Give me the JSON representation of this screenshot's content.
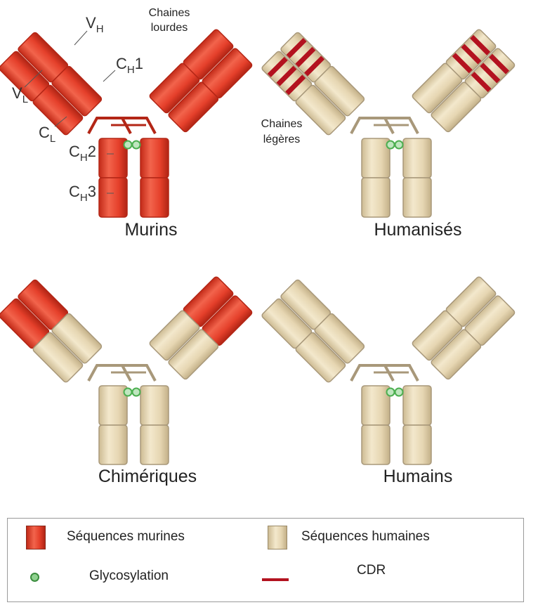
{
  "diagram": {
    "panels": [
      {
        "id": "murins",
        "caption": "Murins",
        "scheme": "murine"
      },
      {
        "id": "humanises",
        "caption": "Humanisés",
        "scheme": "humanized"
      },
      {
        "id": "chimeriques",
        "caption": "Chimériques",
        "scheme": "chimeric"
      },
      {
        "id": "humains",
        "caption": "Humains",
        "scheme": "human"
      }
    ],
    "annotations": {
      "vh": {
        "main": "V",
        "sub": "H",
        "post": ""
      },
      "ch1": {
        "main": "C",
        "sub": "H",
        "post": "1"
      },
      "vl": {
        "main": "V",
        "sub": "L",
        "post": ""
      },
      "cl": {
        "main": "C",
        "sub": "L",
        "post": ""
      },
      "ch2": {
        "main": "C",
        "sub": "H",
        "post": "2"
      },
      "ch3": {
        "main": "C",
        "sub": "H",
        "post": "3"
      },
      "heavy_line1": "Chaines",
      "heavy_line2": "lourdes",
      "light_line1": "Chaines",
      "light_line2": "légères"
    },
    "legend": {
      "murine": "Séquences murines",
      "human": "Séquences humaines",
      "glyco": "Glycosylation",
      "cdr": "CDR"
    },
    "colors": {
      "murine": "#e8442f",
      "murine_dark": "#b32616",
      "human": "#e6d7b4",
      "human_dark": "#a8987a",
      "cdr": "#b3121f",
      "glyco": "#4caf50",
      "outline": "#7a6a50"
    }
  }
}
